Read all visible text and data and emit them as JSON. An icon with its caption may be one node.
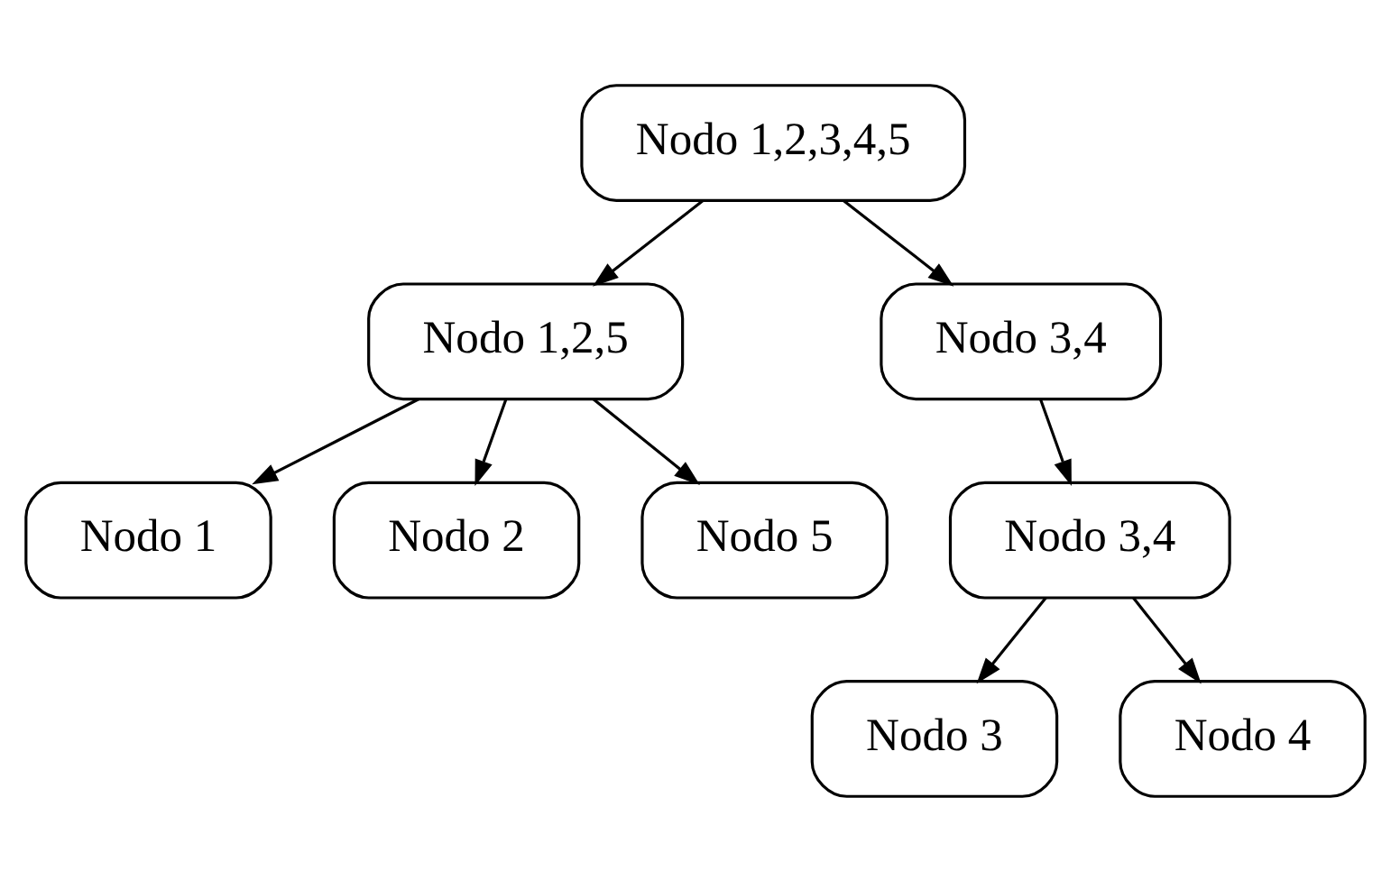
{
  "diagram": {
    "nodes": [
      {
        "text": [
          "Nodo 1,2,3,4,5"
        ]
      },
      {
        "text": [
          "Nodo 1,2,5"
        ]
      },
      {
        "text": [
          "Nodo 3,4"
        ]
      },
      {
        "text": [
          "Nodo 1"
        ]
      },
      {
        "text": [
          "Nodo 2"
        ]
      },
      {
        "text": [
          "Nodo 5"
        ]
      },
      {
        "text": [
          "Nodo 3,4"
        ]
      },
      {
        "text": [
          "Nodo 3"
        ]
      },
      {
        "text": [
          "Nodo 4"
        ]
      }
    ],
    "edges": [
      {
        "from": 0,
        "to": 1,
        "arrow": "to"
      },
      {
        "from": 0,
        "to": 2,
        "arrow": "to"
      },
      {
        "from": 1,
        "to": 3,
        "arrow": "to"
      },
      {
        "from": 1,
        "to": 4,
        "arrow": "to"
      },
      {
        "from": 1,
        "to": 5,
        "arrow": "to"
      },
      {
        "from": 2,
        "to": 6,
        "arrow": "to"
      },
      {
        "from": 6,
        "to": 7,
        "arrow": "to"
      },
      {
        "from": 6,
        "to": 8,
        "arrow": "to"
      }
    ]
  }
}
